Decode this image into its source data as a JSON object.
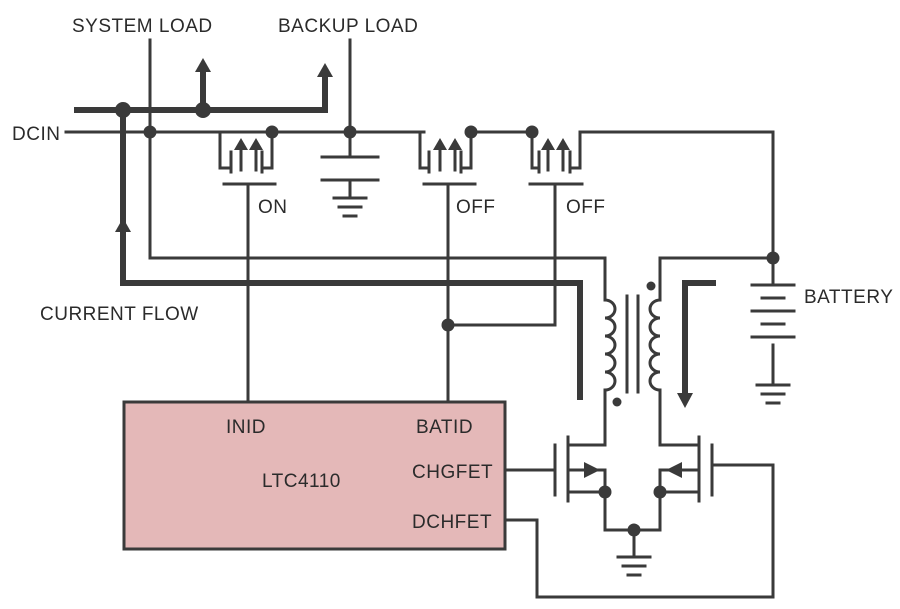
{
  "labels": {
    "system_load": "SYSTEM LOAD",
    "backup_load": "BACKUP LOAD",
    "dcin": "DCIN",
    "on": "ON",
    "off1": "OFF",
    "off2": "OFF",
    "battery": "BATTERY",
    "current_flow": "CURRENT FLOW"
  },
  "chip": {
    "name": "LTC4110",
    "pin_inid": "INID",
    "pin_batid": "BATID",
    "pin_chgfet": "CHGFET",
    "pin_dchfet": "DCHFET"
  },
  "colors": {
    "wire": "#3a3a3a",
    "chip_fill": "#e4b8b8"
  }
}
